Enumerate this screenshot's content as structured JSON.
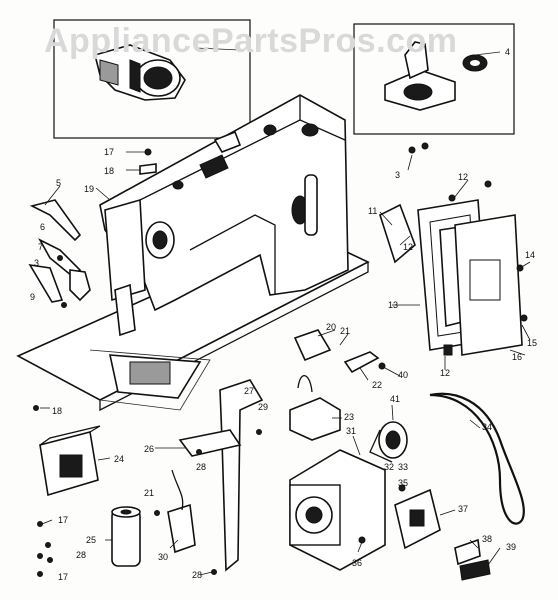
{
  "watermark": "AppliancePartsPros.com",
  "callouts": [
    {
      "id": "c4",
      "text": "4"
    },
    {
      "id": "c3",
      "text": "3"
    },
    {
      "id": "c17a",
      "text": "17"
    },
    {
      "id": "c18a",
      "text": "18"
    },
    {
      "id": "c19",
      "text": "19"
    },
    {
      "id": "c5",
      "text": "5"
    },
    {
      "id": "c6",
      "text": "6"
    },
    {
      "id": "c7",
      "text": "7"
    },
    {
      "id": "c3b",
      "text": "3"
    },
    {
      "id": "c9",
      "text": "9"
    },
    {
      "id": "c12a",
      "text": "12"
    },
    {
      "id": "c11",
      "text": "11"
    },
    {
      "id": "c12b",
      "text": "12"
    },
    {
      "id": "c13",
      "text": "13"
    },
    {
      "id": "c14",
      "text": "14"
    },
    {
      "id": "c15",
      "text": "15"
    },
    {
      "id": "c16",
      "text": "16"
    },
    {
      "id": "c12c",
      "text": "12"
    },
    {
      "id": "c20",
      "text": "20"
    },
    {
      "id": "c21a",
      "text": "21"
    },
    {
      "id": "c40",
      "text": "40"
    },
    {
      "id": "c22",
      "text": "22"
    },
    {
      "id": "c18b",
      "text": "18"
    },
    {
      "id": "c27",
      "text": "27"
    },
    {
      "id": "c29",
      "text": "29"
    },
    {
      "id": "c23",
      "text": "23"
    },
    {
      "id": "c41",
      "text": "41"
    },
    {
      "id": "c34",
      "text": "34"
    },
    {
      "id": "c26",
      "text": "26"
    },
    {
      "id": "c28a",
      "text": "28"
    },
    {
      "id": "c31",
      "text": "31"
    },
    {
      "id": "c32",
      "text": "32"
    },
    {
      "id": "c33",
      "text": "33"
    },
    {
      "id": "c24",
      "text": "24"
    },
    {
      "id": "c21b",
      "text": "21"
    },
    {
      "id": "c35",
      "text": "35"
    },
    {
      "id": "c37",
      "text": "37"
    },
    {
      "id": "c17b",
      "text": "17"
    },
    {
      "id": "c25",
      "text": "25"
    },
    {
      "id": "c30",
      "text": "30"
    },
    {
      "id": "c36",
      "text": "36"
    },
    {
      "id": "c38",
      "text": "38"
    },
    {
      "id": "c28b",
      "text": "28"
    },
    {
      "id": "c39",
      "text": "39"
    },
    {
      "id": "c28c",
      "text": "28"
    },
    {
      "id": "c17c",
      "text": "17"
    }
  ]
}
